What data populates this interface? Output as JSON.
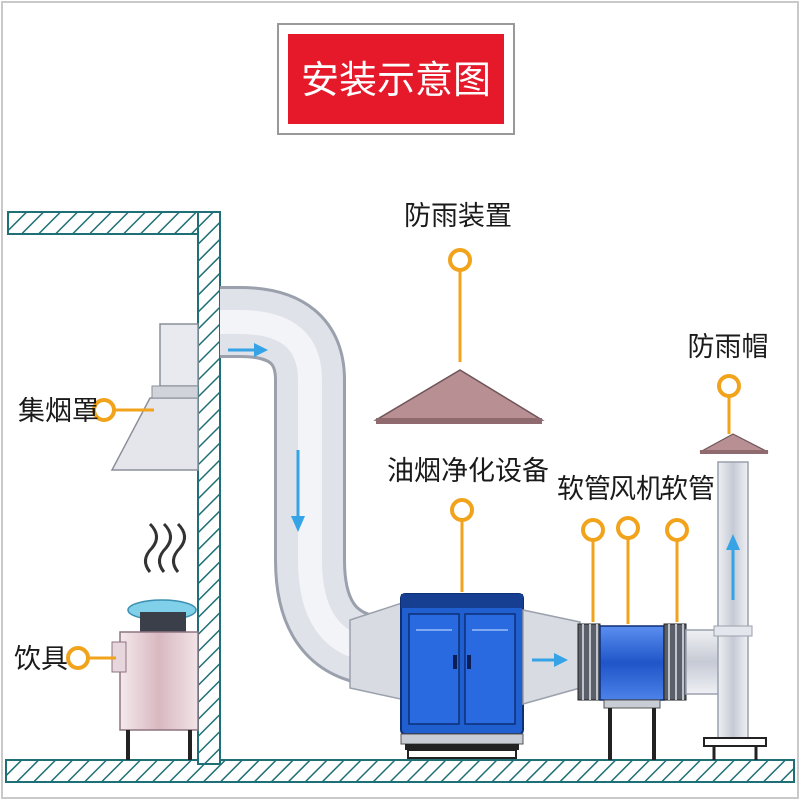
{
  "title": "安装示意图",
  "labels": {
    "rain_device": "防雨装置",
    "hood": "集烟罩",
    "purifier": "油烟净化设备",
    "hose_left": "软管",
    "fan": "风机",
    "hose_right": "软管",
    "rain_cap": "防雨帽",
    "stove": "饮具"
  },
  "colors": {
    "title_bg": "#e5192a",
    "callout": "#f2a31c",
    "purifier_body": "#1f5fd0",
    "fan_body": "#2f6fe0",
    "duct": "#d5d8e0",
    "wall_hatch": "#1f6f76",
    "arrow": "#36a3e6",
    "cap": "#b89094"
  },
  "icons": [
    "callout-ring-icon",
    "flow-arrow-icon",
    "steam-icon"
  ]
}
